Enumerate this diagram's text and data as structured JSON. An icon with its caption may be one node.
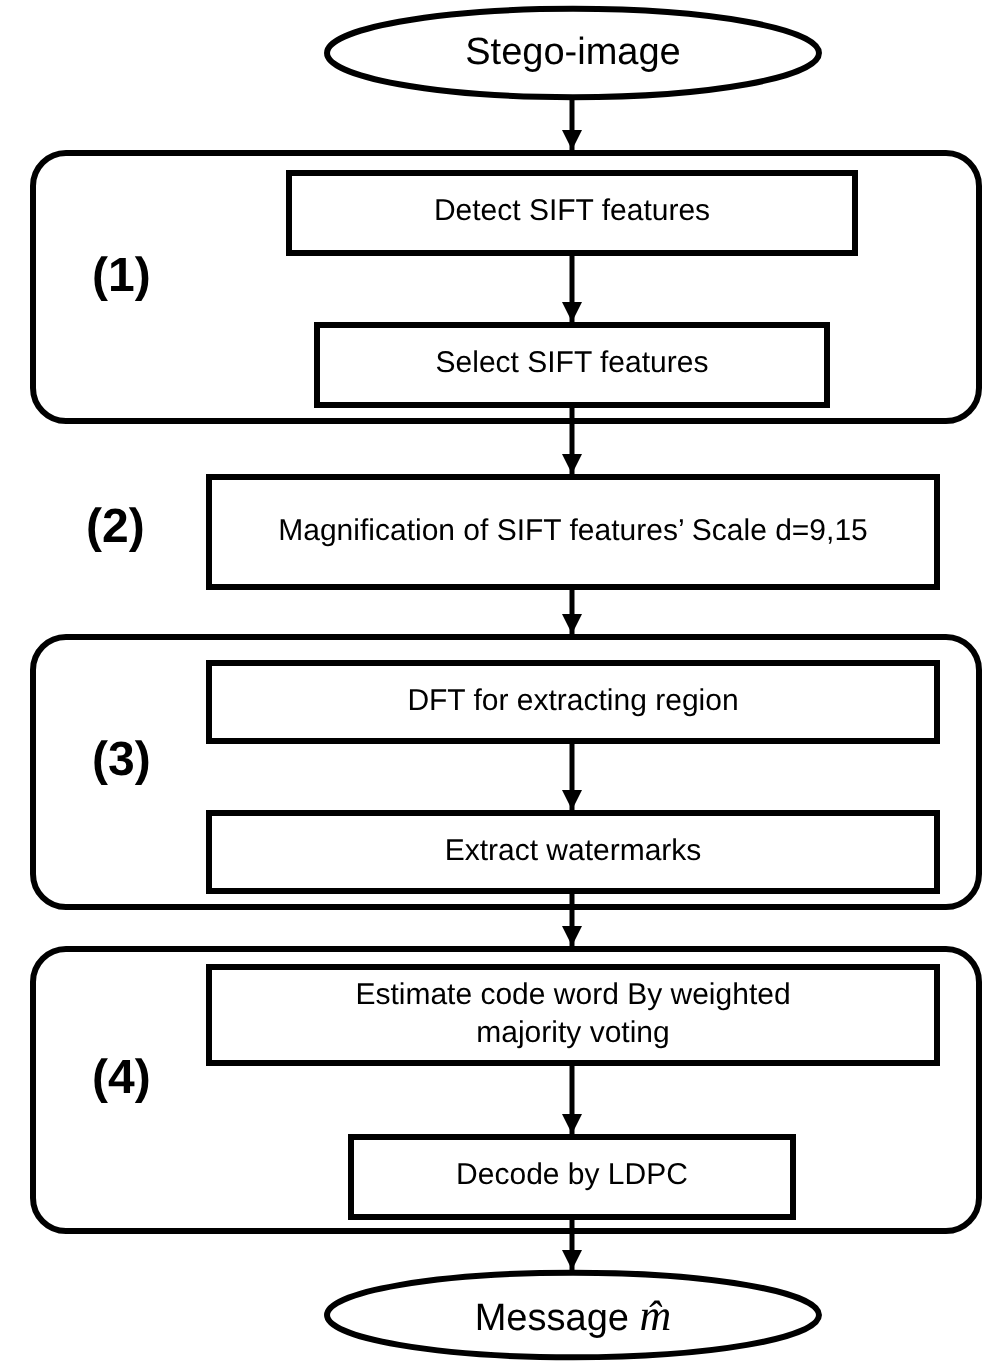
{
  "diagram": {
    "nodes": [
      {
        "text": [
          "Stego-image"
        ]
      },
      {
        "text": [
          "(1)"
        ]
      },
      {
        "text": [
          "Detect SIFT features"
        ],
        "in": 1
      },
      {
        "text": [
          "Select SIFT features"
        ],
        "in": 1
      },
      {
        "text": [
          "Magnification of SIFT features’ Scale d=9,15"
        ],
        "beside": [
          "(2)"
        ]
      },
      {
        "text": [
          "(3)"
        ]
      },
      {
        "text": [
          "DFT for extracting region"
        ],
        "in": 5
      },
      {
        "text": [
          "Extract watermarks"
        ],
        "in": 5
      },
      {
        "text": [
          "(4)"
        ]
      },
      {
        "text": [
          "Estimate code word By weighted majority voting"
        ],
        "in": 8
      },
      {
        "text": [
          "Decode by LDPC"
        ],
        "in": 8
      },
      {
        "text": [
          "Message *m̂*"
        ]
      }
    ],
    "edges": [
      {
        "from": 0,
        "to": 1,
        "arrow": "to"
      },
      {
        "from": 2,
        "to": 3,
        "arrow": "to"
      },
      {
        "from": 3,
        "to": 4,
        "arrow": "to"
      },
      {
        "from": 4,
        "to": 5,
        "arrow": "to"
      },
      {
        "from": 6,
        "to": 7,
        "arrow": "to"
      },
      {
        "from": 7,
        "to": 8,
        "arrow": "to"
      },
      {
        "from": 9,
        "to": 10,
        "arrow": "to"
      },
      {
        "from": 10,
        "to": 11,
        "arrow": "to"
      }
    ]
  }
}
